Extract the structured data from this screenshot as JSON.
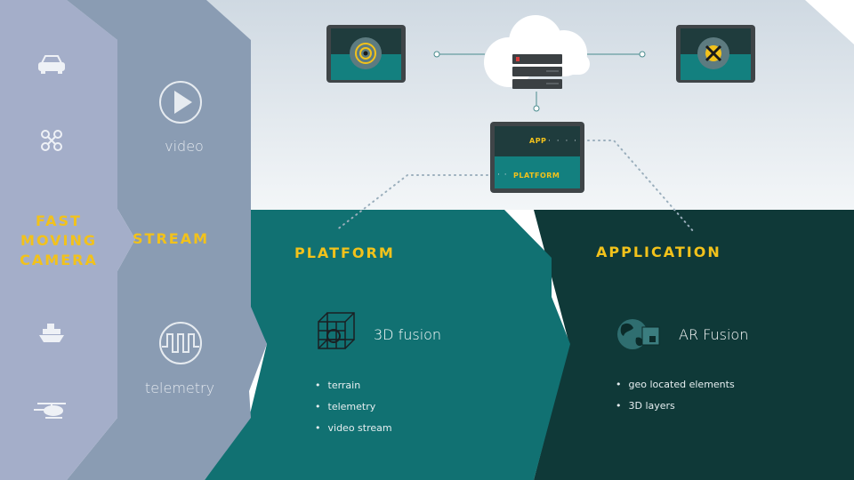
{
  "columns": {
    "camera": {
      "heading": [
        "FAST",
        "MOVING",
        "CAMERA"
      ]
    },
    "stream": {
      "heading": "STREAM",
      "video_label": "video",
      "telemetry_label": "telemetry"
    },
    "platform": {
      "heading": "PLATFORM",
      "feature": "3D fusion",
      "bullets": [
        "terrain",
        "telemetry",
        "video stream"
      ]
    },
    "application": {
      "heading": "APPLICATION",
      "feature": "AR Fusion",
      "bullets": [
        "geo located elements",
        "3D layers"
      ]
    }
  },
  "center_tablet": {
    "app_label": "APP",
    "platform_label": "PLATFORM"
  },
  "colors": {
    "camera_band": "#a4aec9",
    "stream_band": "#8a9cb3",
    "platform_band": "#117172",
    "application_band": "#0f3938",
    "header_sky": "#d9e2ea",
    "accent_yellow": "#f2c21b"
  },
  "icons": {
    "camera_column": [
      "car-icon",
      "drone-icon",
      "boat-icon",
      "helicopter-icon"
    ],
    "stream_column": [
      "play-icon",
      "telemetry-signal-icon"
    ],
    "top": [
      "radar-target-icon",
      "cloud-server-icon",
      "crosshair-target-icon"
    ],
    "features": [
      "3d-grid-icon",
      "globe-map-icon"
    ]
  }
}
